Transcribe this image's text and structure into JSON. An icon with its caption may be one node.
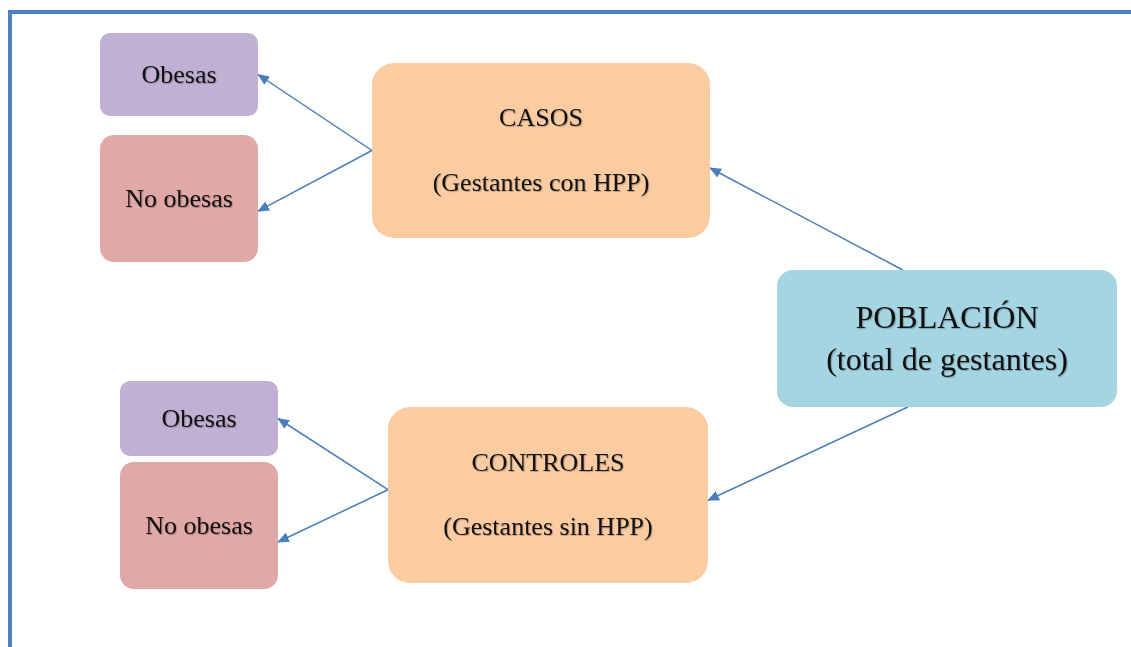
{
  "diagram": {
    "nodes": [
      {
        "text": [
          "Obesas"
        ]
      },
      {
        "text": [
          "CASOS",
          "(Gestantes con HPP)"
        ]
      },
      {
        "text": [
          "No obesas"
        ]
      },
      {
        "text": [
          "POBLACIÓN",
          "(total de gestantes)"
        ]
      },
      {
        "text": [
          "Obesas"
        ]
      },
      {
        "text": [
          "CONTROLES",
          "(Gestantes sin HPP)"
        ]
      },
      {
        "text": [
          "No obesas"
        ]
      }
    ],
    "edges": [
      {
        "from": 3,
        "to": 1,
        "arrow": "to"
      },
      {
        "from": 3,
        "to": 5,
        "arrow": "to"
      },
      {
        "from": 1,
        "to": 0,
        "arrow": "to"
      },
      {
        "from": 1,
        "to": 2,
        "arrow": "to"
      },
      {
        "from": 5,
        "to": 4,
        "arrow": "to"
      },
      {
        "from": 5,
        "to": 6,
        "arrow": "to"
      }
    ]
  }
}
